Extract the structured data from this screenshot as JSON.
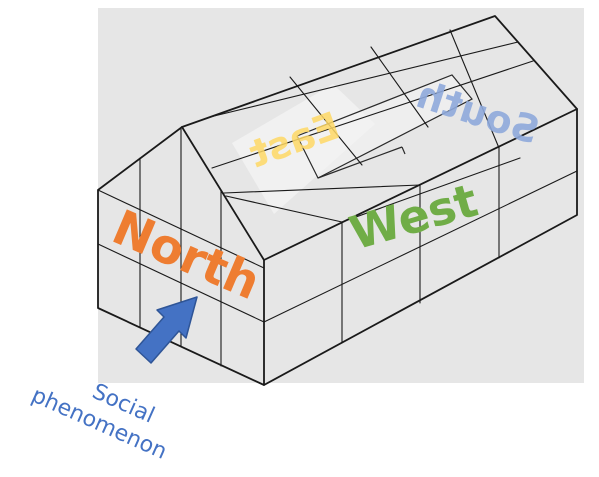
{
  "labels": {
    "north": "North",
    "west": "West",
    "east": "East",
    "south": "South",
    "social_line1": "Social",
    "social_line2": "phenomenon"
  },
  "colors": {
    "background_panel": "#e6e6e6",
    "north": "#ee7d31",
    "west": "#70ad47",
    "east": "#ffd966",
    "south": "#8faadc",
    "social_text": "#4472c4",
    "arrow_fill": "#4472c4",
    "arrow_stroke": "#2f5597",
    "house_lines": "#1a1a1a",
    "window_fill": "#f4f4f4"
  }
}
